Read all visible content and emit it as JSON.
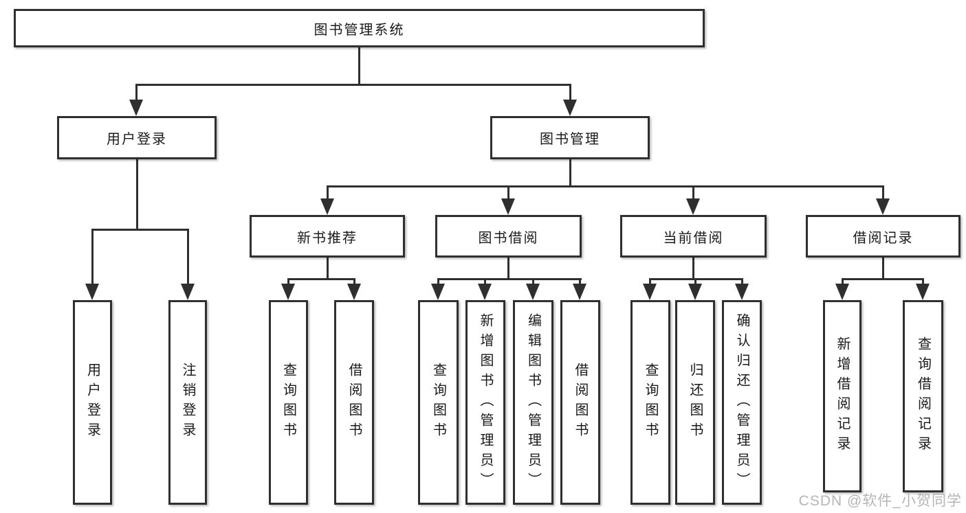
{
  "colors": {
    "line": "#2f2f2f",
    "text": "#1a1a1a",
    "watermark": "#a9a9a9",
    "bg": "#ffffff"
  },
  "watermark": {
    "text": "CSDN @软件_小贺同学"
  },
  "diagram": {
    "root": {
      "label": "图书管理系统"
    },
    "branches": [
      {
        "label": "用户登录",
        "children": [
          {
            "label": "用户登录"
          },
          {
            "label": "注销登录"
          }
        ]
      },
      {
        "label": "图书管理",
        "sections": [
          {
            "label": "新书推荐",
            "children": [
              {
                "label": "查询图书"
              },
              {
                "label": "借阅图书"
              }
            ]
          },
          {
            "label": "图书借阅",
            "children": [
              {
                "label": "查询图书"
              },
              {
                "label": "新增图书（管理员）"
              },
              {
                "label": "编辑图书（管理员）"
              },
              {
                "label": "借阅图书"
              }
            ]
          },
          {
            "label": "当前借阅",
            "children": [
              {
                "label": "查询图书"
              },
              {
                "label": "归还图书"
              },
              {
                "label": "确认归还（管理员）"
              }
            ]
          },
          {
            "label": "借阅记录",
            "children": [
              {
                "label": "新增借阅记录"
              },
              {
                "label": "查询借阅记录"
              }
            ]
          }
        ]
      }
    ]
  }
}
